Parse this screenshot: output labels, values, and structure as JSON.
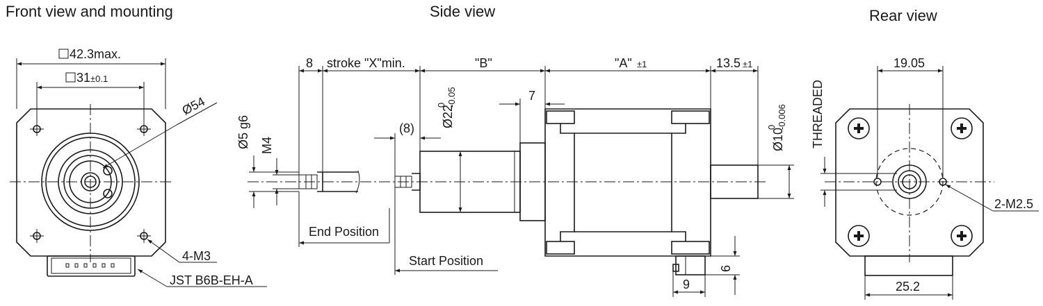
{
  "views": {
    "front_title": "Front view and mounting",
    "side_title": "Side view",
    "rear_title": "Rear view"
  },
  "front": {
    "dim_outer": "42.3max.",
    "dim_inner_main": "31",
    "dim_inner_tol": "±0.1",
    "dim_dia": "Ø54",
    "holes": "4-M3",
    "connector": "JST B6B-EH-A"
  },
  "side": {
    "dim_8": "8",
    "dim_stroke": "stroke \"X\"min.",
    "dim_b": "\"B\"",
    "dim_a": "\"A\"",
    "dim_a_tol": "±1",
    "dim_13": "13.5",
    "dim_13_tol": "±1",
    "dim_7": "7",
    "dim_8p": "(8)",
    "dim_d22": "Ø22",
    "dim_d22_tol_up": "0",
    "dim_d22_tol_lo": "-0.05",
    "dim_d5": "Ø5 g6",
    "dim_m4": "M4",
    "dim_d10": "Ø10",
    "dim_d10_tol_up": "0",
    "dim_d10_tol_lo": "-0.006",
    "end_pos": "End Position",
    "start_pos": "Start Position",
    "dim_6": "6",
    "dim_9": "9"
  },
  "rear": {
    "dim_1905": "19.05",
    "threaded": "THREADED",
    "holes": "2-M2.5",
    "dim_252": "25.2"
  }
}
